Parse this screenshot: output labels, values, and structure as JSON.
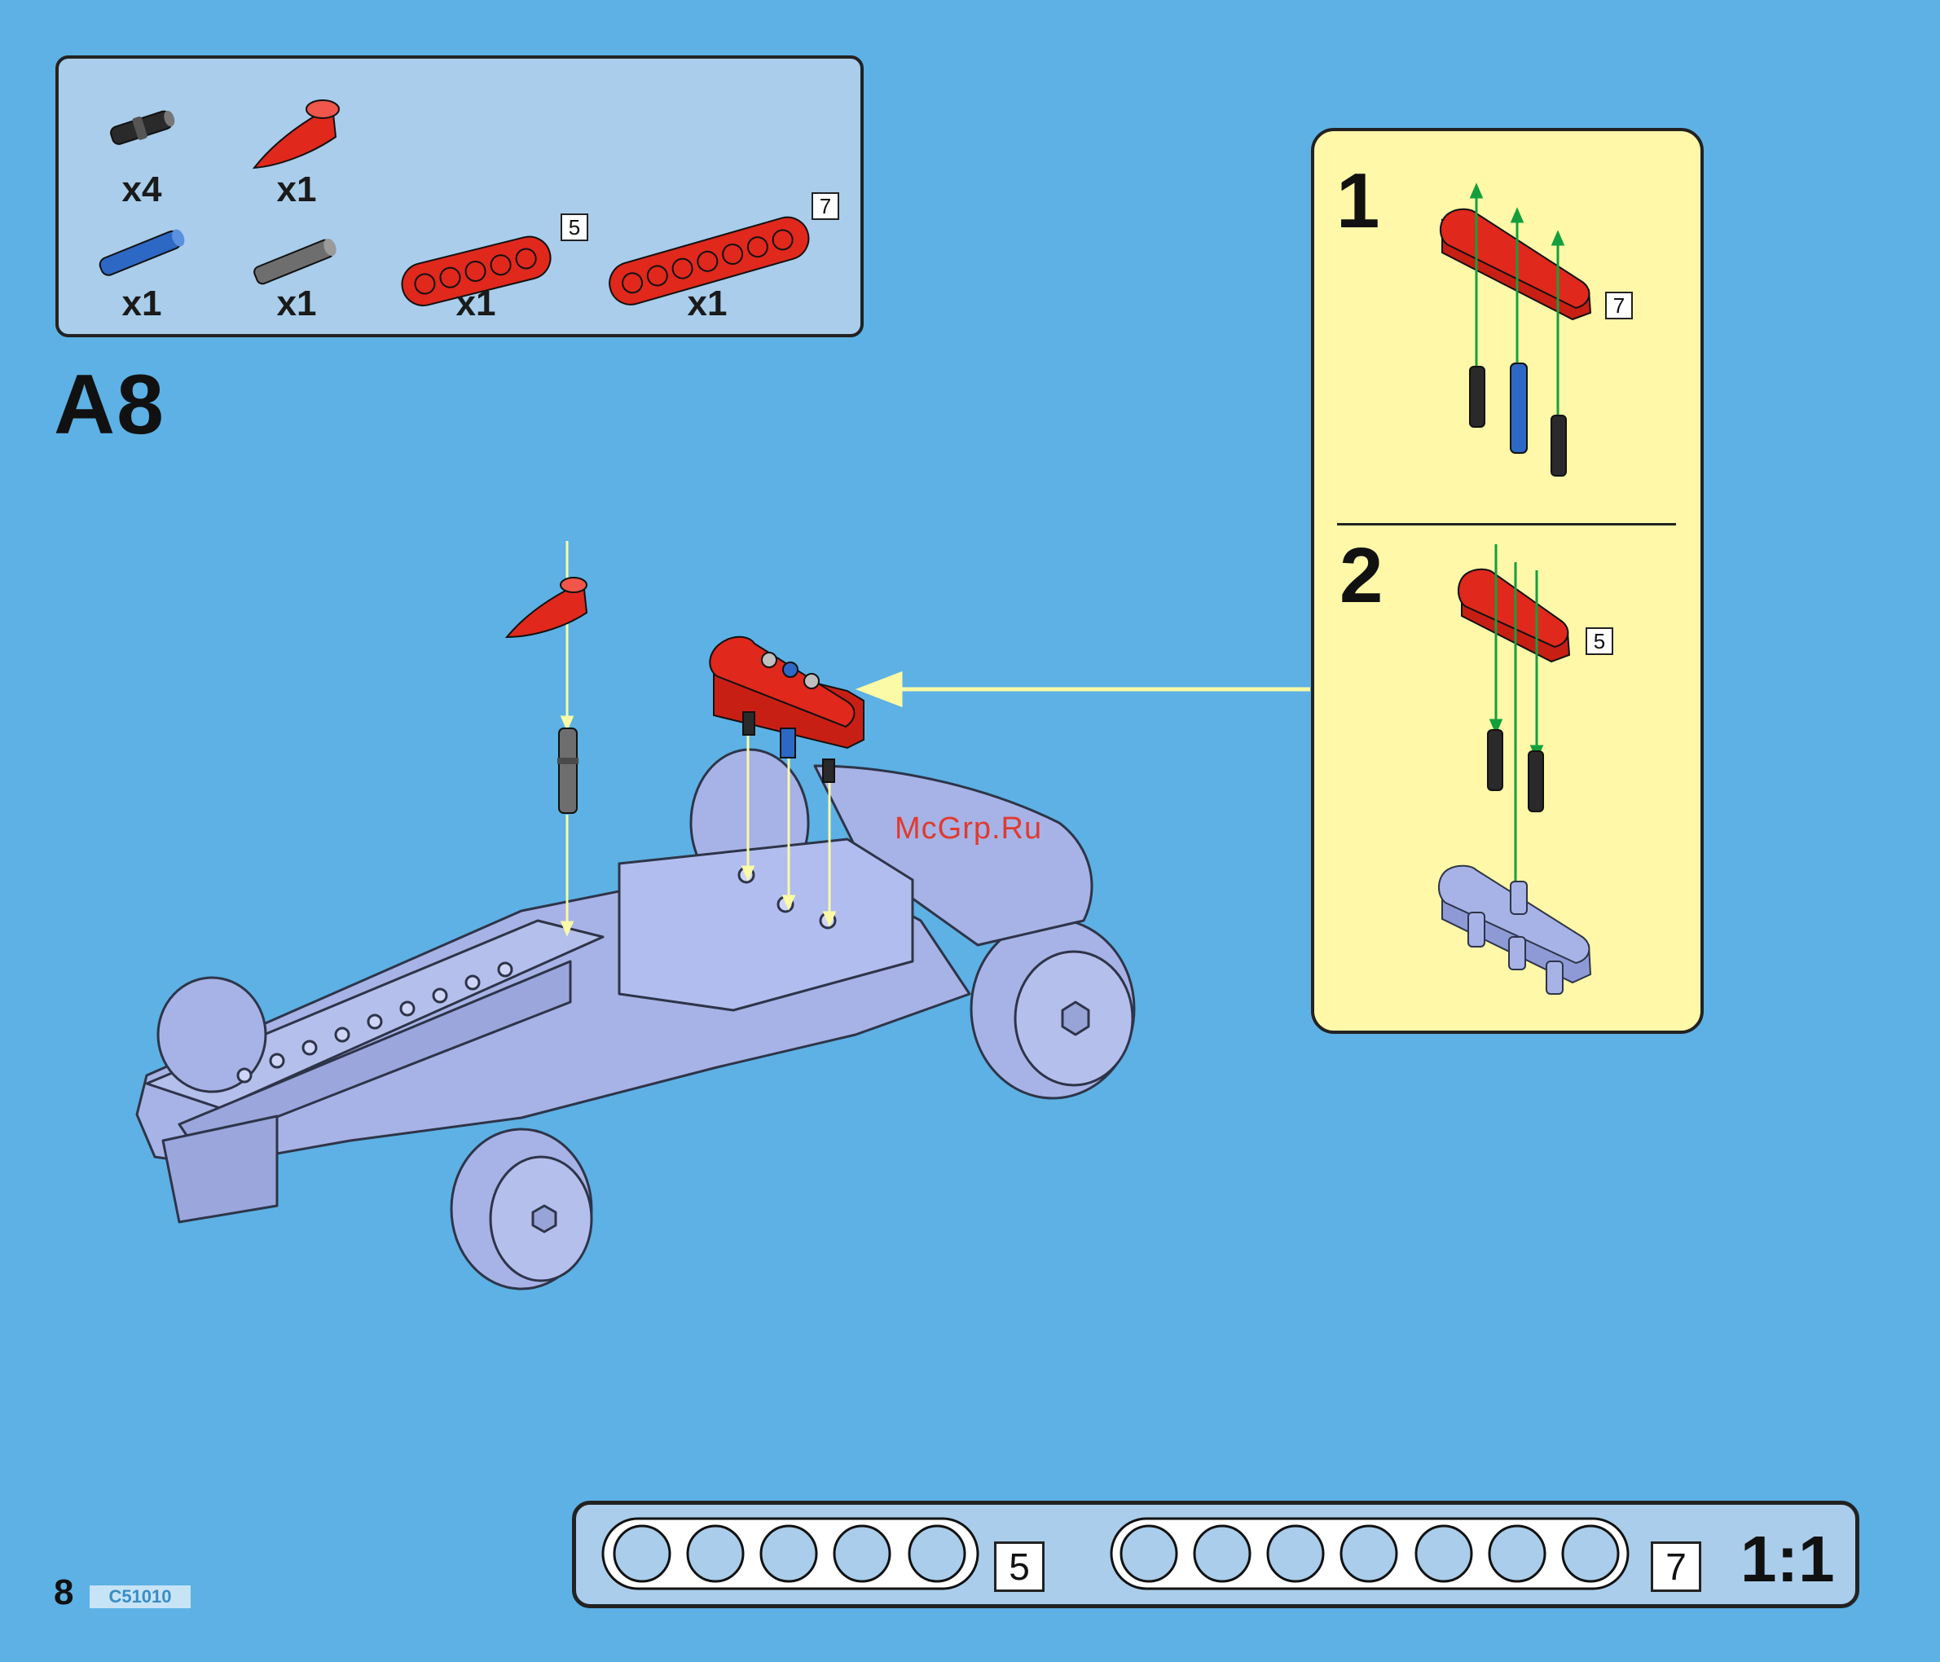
{
  "parts": {
    "items": [
      {
        "name": "black friction pin",
        "qty": "x4"
      },
      {
        "name": "red curved panel",
        "qty": "x1"
      },
      {
        "name": "blue axle pin",
        "qty": "x1"
      },
      {
        "name": "grey axle pin",
        "qty": "x1"
      },
      {
        "name": "red beam 5",
        "qty": "x1",
        "length": "5"
      },
      {
        "name": "red beam 7",
        "qty": "x1",
        "length": "7"
      }
    ]
  },
  "step": {
    "id": "A8"
  },
  "substeps": [
    {
      "number": "1",
      "beam_length": "7"
    },
    {
      "number": "2",
      "beam_length": "5"
    }
  ],
  "ruler": {
    "beam5": {
      "holes": 5,
      "length": "5"
    },
    "beam7": {
      "holes": 7,
      "length": "7"
    },
    "scale": "1:1"
  },
  "footer": {
    "page": "8",
    "code": "C51010"
  },
  "watermark": "McGrp.Ru",
  "colors": {
    "background": "#5db1e4",
    "parts_box": "#a9cdea",
    "subpanel": "#fff8a8",
    "part_red": "#e0281c",
    "assembly_grey": "#a7b3e6",
    "guide_yellow": "#fbfaa6",
    "guide_green": "#13a03c"
  }
}
